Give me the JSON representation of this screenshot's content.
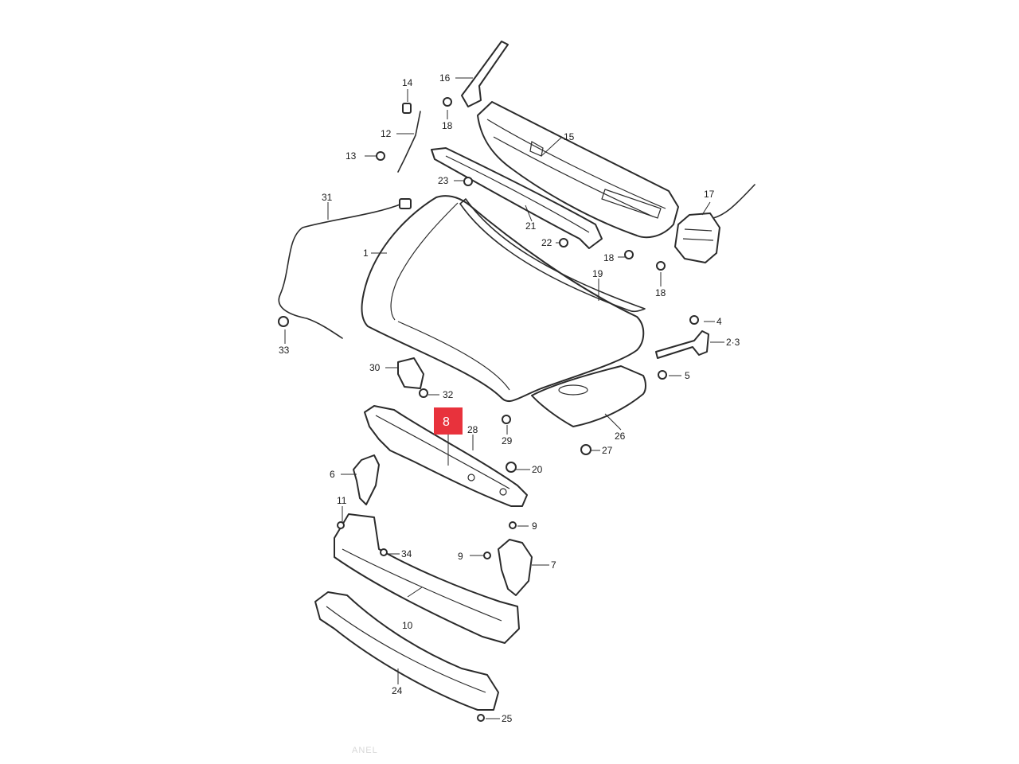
{
  "diagram": {
    "highlighted_part": "8",
    "highlight_color": "#e8323c",
    "line_color": "#2b2b2b",
    "footer_text": "ANEL",
    "callouts": {
      "c1": "1",
      "c2_3": "2·3",
      "c4": "4",
      "c5": "5",
      "c6": "6",
      "c7": "7",
      "c8": "8",
      "c9a": "9",
      "c9b": "9",
      "c10": "10",
      "c11": "11",
      "c12": "12",
      "c13": "13",
      "c14": "14",
      "c15": "15",
      "c16": "16",
      "c17": "17",
      "c18a": "18",
      "c18b": "18",
      "c18c": "18",
      "c19": "19",
      "c20": "20",
      "c21": "21",
      "c22": "22",
      "c23": "23",
      "c24": "24",
      "c25": "25",
      "c26": "26",
      "c27": "27",
      "c28": "28",
      "c29": "29",
      "c30": "30",
      "c31": "31",
      "c32": "32",
      "c33": "33",
      "c34": "34"
    }
  }
}
